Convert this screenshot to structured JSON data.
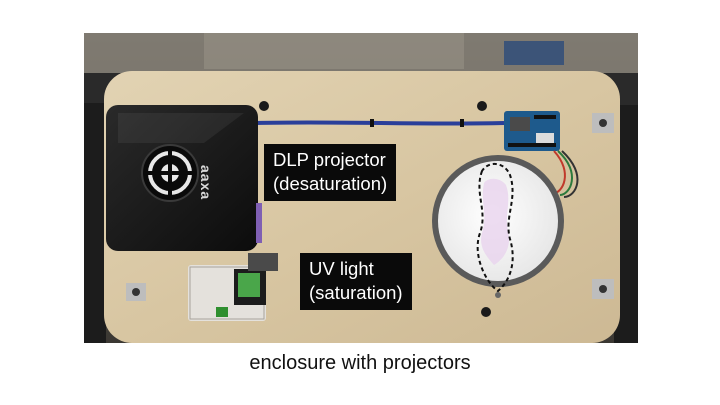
{
  "photo": {
    "labels": [
      {
        "line1": "DLP projector",
        "line2": "(desaturation)"
      },
      {
        "line1": "UV light",
        "line2": "(saturation)"
      }
    ],
    "projector_logo": "aaxa",
    "colors": {
      "board": "#d9c8a6",
      "projector": "#161616",
      "arduino": "#1e5a8c",
      "cable": "#2a3f9a",
      "label_bg": "#0a0a0a"
    }
  },
  "caption": "enclosure with projectors"
}
